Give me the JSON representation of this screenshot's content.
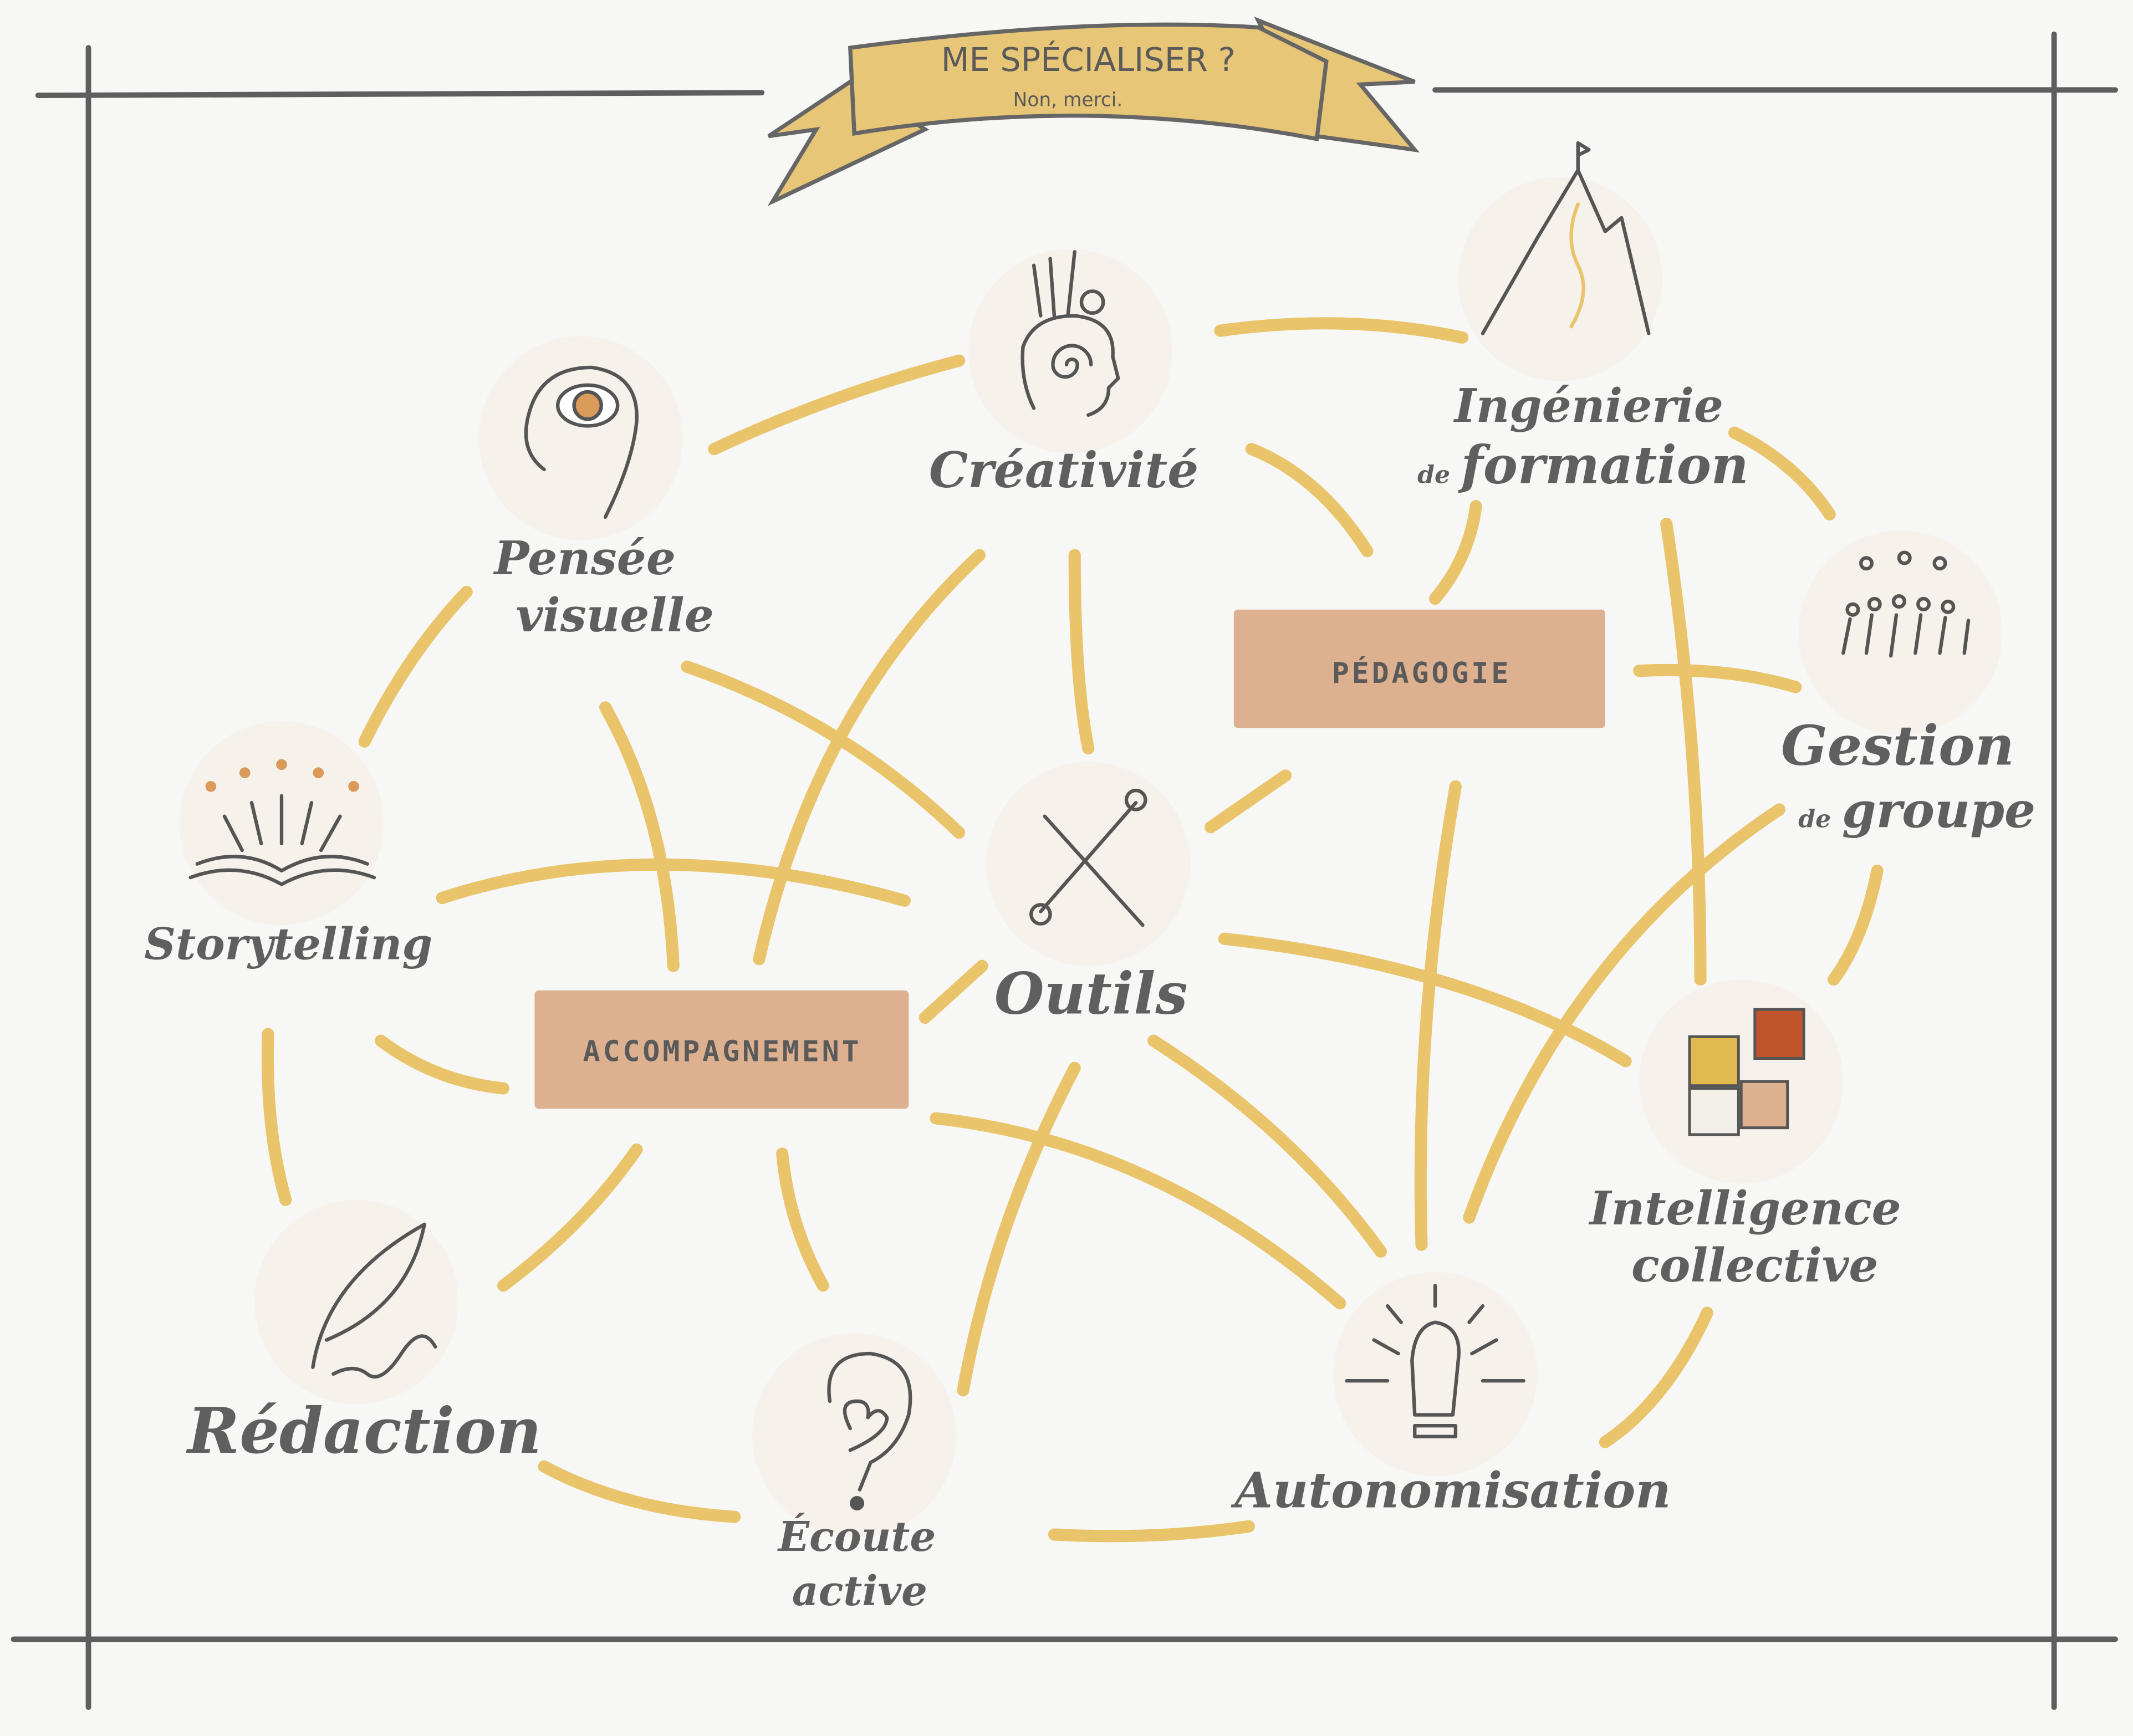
{
  "banner": {
    "title": "ME SPÉCIALISER ?",
    "subtitle": "Non, merci."
  },
  "hubs": {
    "pedagogie": "PÉDAGOGIE",
    "accompagnement": "ACCOMPAGNEMENT"
  },
  "nodes": {
    "pensee_visuelle": [
      "Pensée",
      "visuelle"
    ],
    "creativite": "Créativité",
    "ingenierie": [
      "Ingénierie",
      "de",
      "formation"
    ],
    "gestion": [
      "Gestion",
      "de",
      "groupe"
    ],
    "storytelling": "Storytelling",
    "outils": "Outils",
    "intelligence": [
      "Intelligence",
      "collective"
    ],
    "redaction": "Rédaction",
    "ecoute": [
      "Écoute",
      "active"
    ],
    "autonomisation": "Autonomisation"
  },
  "colors": {
    "link": "#e9c46a",
    "hub": "#ddb08f",
    "banner": "#e8c677",
    "ink": "#5f5f60",
    "circle": "#f7f1ec"
  }
}
